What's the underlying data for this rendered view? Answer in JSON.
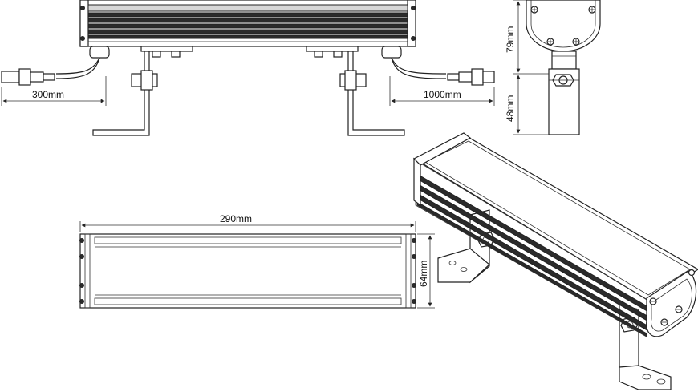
{
  "dimensions": {
    "cable_left": "300mm",
    "cable_right": "1000mm",
    "length": "290mm",
    "width": "64mm",
    "head_height": "79mm",
    "bracket_height": "48mm"
  },
  "colors": {
    "line": "#222222",
    "dark_fins": "#2b2b2b",
    "background": "#ffffff"
  }
}
